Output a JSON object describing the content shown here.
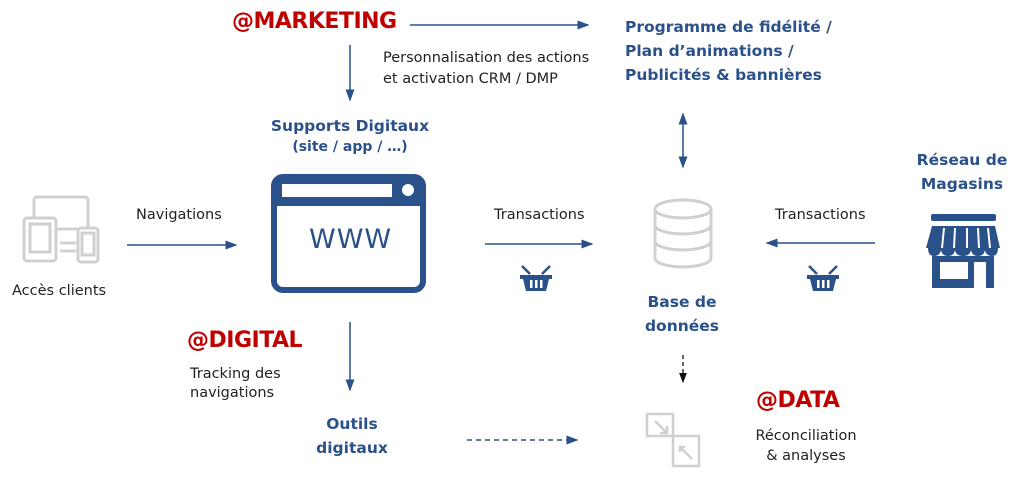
{
  "marketing": {
    "tag": "@MARKETING",
    "desc_line1": "Personnalisation des actions",
    "desc_line2": "et activation CRM / DMP"
  },
  "programme": {
    "line1": "Programme de fidélité /",
    "line2": "Plan d’animations /",
    "line3": "Publicités & bannières"
  },
  "supports": {
    "title": "Supports Digitaux",
    "subtitle": "(site / app / …)",
    "icon_text": "WWW"
  },
  "clients": {
    "label": "Accès clients",
    "arrow_label": "Navigations"
  },
  "transactions_left": {
    "label": "Transactions"
  },
  "transactions_right": {
    "label": "Transactions"
  },
  "database": {
    "line1": "Base de",
    "line2": "données"
  },
  "magasins": {
    "line1": "Réseau de",
    "line2": "Magasins"
  },
  "digital": {
    "tag": "@DIGITAL",
    "desc_line1": "Tracking des",
    "desc_line2": "navigations"
  },
  "outils": {
    "line1": "Outils",
    "line2": "digitaux"
  },
  "data": {
    "tag": "@DATA",
    "desc_line1": "Réconciliation",
    "desc_line2": "& analyses"
  },
  "colors": {
    "blue": "#2a5189",
    "red": "#c00000",
    "gray": "#d0d0d0"
  }
}
